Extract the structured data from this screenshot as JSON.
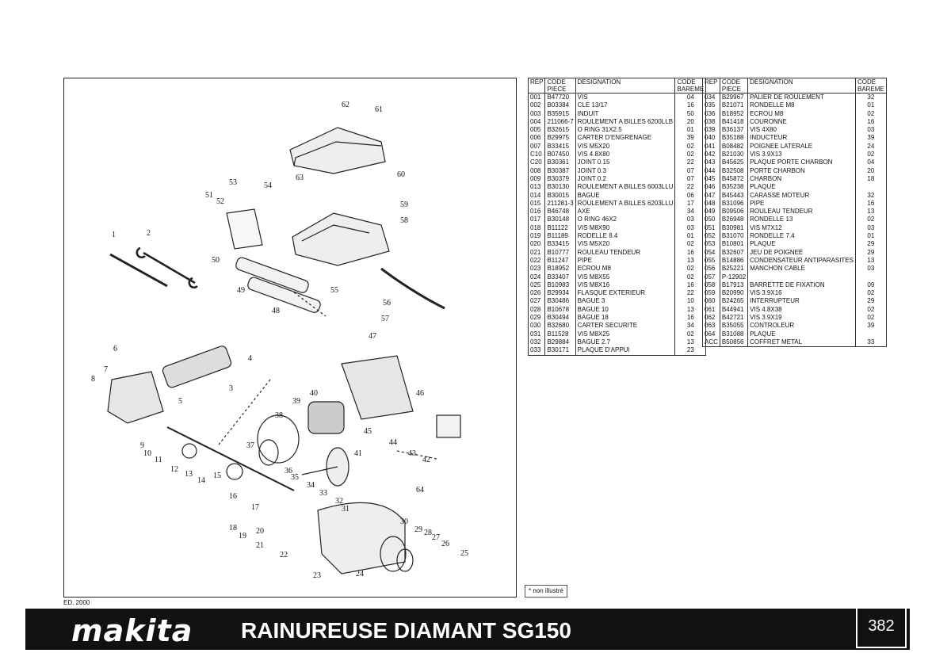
{
  "headers": {
    "rep": "REP",
    "code_piece": [
      "CODE",
      "PIECE"
    ],
    "designation": "DESIGNATION",
    "code_bareme": [
      "CODE",
      "BAREME"
    ]
  },
  "left_table": [
    {
      "rep": "001",
      "code": "B47720",
      "designation": "VIS",
      "bareme": "04"
    },
    {
      "rep": "002",
      "code": "B03384",
      "designation": "CLE 13/17",
      "bareme": "16"
    },
    {
      "rep": "003",
      "code": "B35915",
      "designation": "INDUIT",
      "bareme": "50"
    },
    {
      "rep": "004",
      "code": "211066-7",
      "designation": "ROULEMENT A BILLES 6200LLB",
      "bareme": "20"
    },
    {
      "rep": "005",
      "code": "B32615",
      "designation": "O RING 31X2.5",
      "bareme": "01"
    },
    {
      "rep": "006",
      "code": "B29975",
      "designation": "CARTER D'ENGRENAGE",
      "bareme": "39"
    },
    {
      "rep": "007",
      "code": "B33415",
      "designation": "VIS M5X20",
      "bareme": "02"
    },
    {
      "rep": "C10",
      "code": "B07450",
      "designation": "VIS 4.8X80",
      "bareme": "02"
    },
    {
      "rep": "C20",
      "code": "B30361",
      "designation": "JOINT 0.15",
      "bareme": "22"
    },
    {
      "rep": "008",
      "code": "B30387",
      "designation": "JOINT 0.3",
      "bareme": "07"
    },
    {
      "rep": "009",
      "code": "B30379",
      "designation": "JOINT 0.2",
      "bareme": "07"
    },
    {
      "rep": "013",
      "code": "B30130",
      "designation": "ROULEMENT A BILLES 6003LLU",
      "bareme": "22"
    },
    {
      "rep": "014",
      "code": "B30015",
      "designation": "BAGUE",
      "bareme": "06"
    },
    {
      "rep": "015",
      "code": "211281-3",
      "designation": "ROULEMENT A BILLES 6203LLU",
      "bareme": "17"
    },
    {
      "rep": "016",
      "code": "B46748",
      "designation": "AXE",
      "bareme": "34"
    },
    {
      "rep": "017",
      "code": "B30148",
      "designation": "O RING 46X2",
      "bareme": "03"
    },
    {
      "rep": "018",
      "code": "B11122",
      "designation": "VIS M8X90",
      "bareme": "03"
    },
    {
      "rep": "019",
      "code": "B11189",
      "designation": "RODELLE 8.4",
      "bareme": "01"
    },
    {
      "rep": "020",
      "code": "B33415",
      "designation": "VIS M5X20",
      "bareme": "02"
    },
    {
      "rep": "021",
      "code": "B10777",
      "designation": "ROULEAU TENDEUR",
      "bareme": "16"
    },
    {
      "rep": "022",
      "code": "B11247",
      "designation": "PIPE",
      "bareme": "13"
    },
    {
      "rep": "023",
      "code": "B18952",
      "designation": "ECROU M8",
      "bareme": "02"
    },
    {
      "rep": "024",
      "code": "B33407",
      "designation": "VIS M8X55",
      "bareme": "02"
    },
    {
      "rep": "025",
      "code": "B10983",
      "designation": "VIS M8X16",
      "bareme": "16"
    },
    {
      "rep": "026",
      "code": "B29934",
      "designation": "FLASQUE EXTERIEUR",
      "bareme": "22"
    },
    {
      "rep": "027",
      "code": "B30486",
      "designation": "BAGUE 3",
      "bareme": "10"
    },
    {
      "rep": "028",
      "code": "B10678",
      "designation": "BAGUE 10",
      "bareme": "13"
    },
    {
      "rep": "029",
      "code": "B30494",
      "designation": "BAGUE 18",
      "bareme": "16"
    },
    {
      "rep": "030",
      "code": "B32680",
      "designation": "CARTER SECURITE",
      "bareme": "34"
    },
    {
      "rep": "031",
      "code": "B11528",
      "designation": "VIS M8X25",
      "bareme": "02"
    },
    {
      "rep": "032",
      "code": "B29884",
      "designation": "BAGUE 2.7",
      "bareme": "13"
    },
    {
      "rep": "033",
      "code": "B30171",
      "designation": "PLAQUE D'APPUI",
      "bareme": "23"
    }
  ],
  "right_table": [
    {
      "rep": "034",
      "code": "B29967",
      "designation": "PALIER DE ROULEMENT",
      "bareme": "32"
    },
    {
      "rep": "035",
      "code": "B21071",
      "designation": "RONDELLE M8",
      "bareme": "01"
    },
    {
      "rep": "036",
      "code": "B18952",
      "designation": "ECROU M8",
      "bareme": "02"
    },
    {
      "rep": "038",
      "code": "B41418",
      "designation": "COURONNE",
      "bareme": "16"
    },
    {
      "rep": "039",
      "code": "B36137",
      "designation": "VIS 4X80",
      "bareme": "03"
    },
    {
      "rep": "040",
      "code": "B35188",
      "designation": "INDUCTEUR",
      "bareme": "39"
    },
    {
      "rep": "041",
      "code": "B08482",
      "designation": "POIGNEE LATERALE",
      "bareme": "24"
    },
    {
      "rep": "042",
      "code": "B21030",
      "designation": "VIS 3.9X13",
      "bareme": "02"
    },
    {
      "rep": "043",
      "code": "B45625",
      "designation": "PLAQUE PORTE CHARBON",
      "bareme": "04"
    },
    {
      "rep": "044",
      "code": "B32508",
      "designation": "PORTE CHARBON",
      "bareme": "20"
    },
    {
      "rep": "045",
      "code": "B45872",
      "designation": "CHARBON",
      "bareme": "18"
    },
    {
      "rep": "046",
      "code": "B35238",
      "designation": "PLAQUE",
      "bareme": ""
    },
    {
      "rep": "047",
      "code": "B45443",
      "designation": "CARASSE MOTEUR",
      "bareme": "32"
    },
    {
      "rep": "048",
      "code": "B31096",
      "designation": "PIPE",
      "bareme": "16"
    },
    {
      "rep": "049",
      "code": "B09506",
      "designation": "ROULEAU TENDEUR",
      "bareme": "13"
    },
    {
      "rep": "050",
      "code": "B26948",
      "designation": "RONDELLE 13",
      "bareme": "02"
    },
    {
      "rep": "051",
      "code": "B30981",
      "designation": "VIS M7X12",
      "bareme": "03"
    },
    {
      "rep": "052",
      "code": "B31070",
      "designation": "RONDELLE 7.4",
      "bareme": "01"
    },
    {
      "rep": "053",
      "code": "B10801",
      "designation": "PLAQUE",
      "bareme": "29"
    },
    {
      "rep": "054",
      "code": "B32607",
      "designation": "JEU DE POIGNEE",
      "bareme": "29"
    },
    {
      "rep": "055",
      "code": "B14886",
      "designation": "CONDENSATEUR ANTIPARASITES",
      "bareme": "13"
    },
    {
      "rep": "056",
      "code": "B25221",
      "designation": "MANCHON CABLE",
      "bareme": "03"
    },
    {
      "rep": "057",
      "code": "P-12902",
      "designation": "",
      "bareme": ""
    },
    {
      "rep": "058",
      "code": "B17913",
      "designation": "BARRETTE DE FIXATION",
      "bareme": "09"
    },
    {
      "rep": "059",
      "code": "B20990",
      "designation": "VIS 3.9X16",
      "bareme": "02"
    },
    {
      "rep": "060",
      "code": "B24265",
      "designation": "INTERRUPTEUR",
      "bareme": "29"
    },
    {
      "rep": "061",
      "code": "B44941",
      "designation": "VIS 4.8X38",
      "bareme": "02"
    },
    {
      "rep": "062",
      "code": "B42721",
      "designation": "VIS 3.9X19",
      "bareme": "02"
    },
    {
      "rep": "063",
      "code": "B35055",
      "designation": "CONTROLEUR",
      "bareme": "39"
    },
    {
      "rep": "064",
      "code": "B31088",
      "designation": "PLAQUE",
      "bareme": ""
    },
    {
      "rep": "ACC",
      "code": "B50856",
      "designation": "COFFRET METAL",
      "bareme": "33"
    }
  ],
  "diagram_callouts": [
    "1",
    "2",
    "3",
    "4",
    "5",
    "6",
    "7",
    "8",
    "9",
    "10",
    "11",
    "12",
    "13",
    "14",
    "15",
    "16",
    "17",
    "18",
    "19",
    "20",
    "21",
    "22",
    "23",
    "24",
    "25",
    "26",
    "27",
    "28",
    "29",
    "30",
    "31",
    "32",
    "33",
    "34",
    "35",
    "36",
    "37",
    "38",
    "39",
    "40",
    "41",
    "42",
    "43",
    "44",
    "45",
    "46",
    "47",
    "48",
    "49",
    "50",
    "51",
    "52",
    "53",
    "54",
    "55",
    "56",
    "57",
    "58",
    "59",
    "60",
    "61",
    "62",
    "63",
    "64"
  ],
  "legend_note": "* non illustré",
  "edition": "ED. 2000",
  "brand": "makita",
  "title": "RAINUREUSE DIAMANT SG150",
  "page_number": "382"
}
